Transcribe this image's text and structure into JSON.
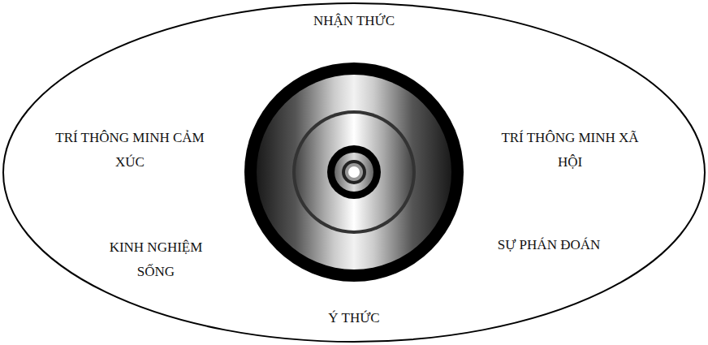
{
  "diagram": {
    "nodes": [
      {
        "text": [
          "NHẬN THỨC",
          "TRÍ THÔNG MINH CẢM XÚC",
          "TRÍ THÔNG MINH XÃ HỘI",
          "KINH NGHIỆM SỐNG",
          "SỰ PHÁN ĐOÁN",
          "Ý THỨC"
        ]
      }
    ]
  }
}
